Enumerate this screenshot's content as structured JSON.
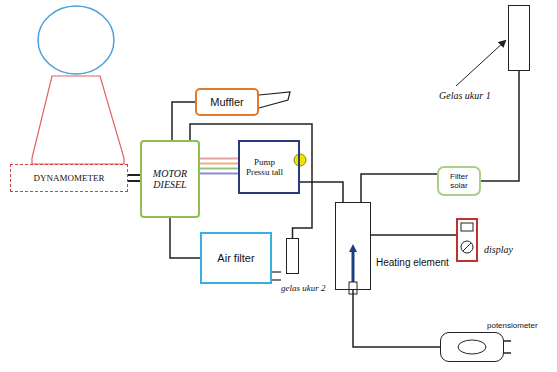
{
  "diagram": {
    "nodes": [
      {
        "text": [
          "Gelas ukur 1"
        ]
      },
      {
        "text": [
          "Muffler"
        ]
      },
      {
        "text": [
          "DYNAMOMETER"
        ]
      },
      {
        "text": [
          "MOTOR DIESEL"
        ]
      },
      {
        "text": [
          "Pump Pressu tall"
        ]
      },
      {
        "text": [
          "Filter solar"
        ]
      },
      {
        "text": [
          "display"
        ]
      },
      {
        "text": [
          "Heating element"
        ]
      },
      {
        "text": [
          "gelas ukur 2"
        ]
      },
      {
        "text": [
          "Air filter"
        ]
      },
      {
        "text": [
          "potensiometer"
        ]
      }
    ],
    "edges": [
      {
        "from": 2,
        "to": 3,
        "arrow": "none"
      },
      {
        "from": 3,
        "to": 1,
        "arrow": "none"
      },
      {
        "from": 3,
        "to": 4,
        "arrow": "none"
      },
      {
        "from": 3,
        "to": 9,
        "arrow": "none"
      },
      {
        "from": 3,
        "to": 8,
        "arrow": "none"
      },
      {
        "from": 4,
        "to": 7,
        "arrow": "none"
      },
      {
        "from": 7,
        "to": 5,
        "arrow": "none"
      },
      {
        "from": 5,
        "to": 0,
        "arrow": "none"
      },
      {
        "from": 7,
        "to": 6,
        "arrow": "none"
      },
      {
        "from": 7,
        "to": 10,
        "arrow": "none"
      }
    ]
  }
}
